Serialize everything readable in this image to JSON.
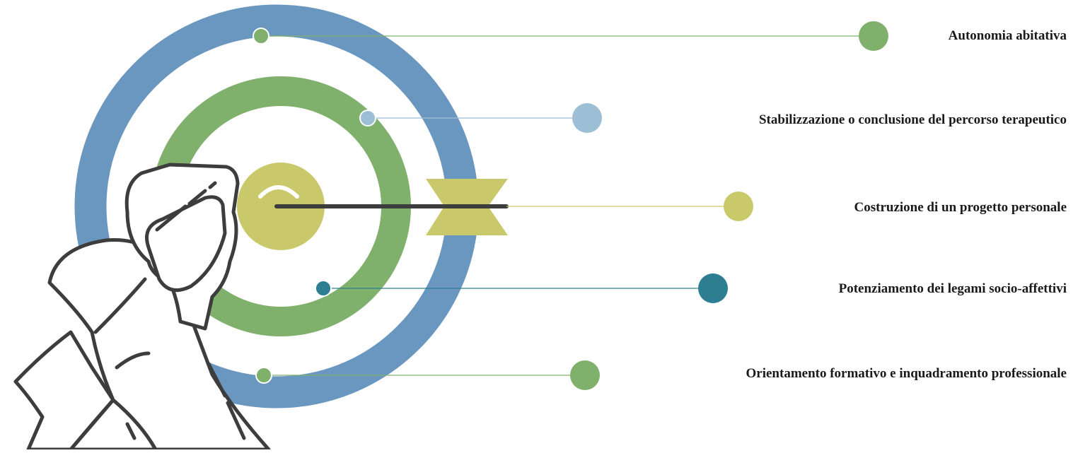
{
  "colors": {
    "blue": "#6a97c0",
    "green": "#7fb06c",
    "light_blue": "#9dbfd5",
    "yellow_green": "#c9c96c",
    "teal": "#2e7e92",
    "outline": "#3d3d3d"
  },
  "items": [
    {
      "label": "Autonomia abitativa",
      "color": "#7fb06c",
      "icon": "green-dot"
    },
    {
      "label": "Stabilizzazione o conclusione del percorso terapeutico",
      "color": "#9dbfd5",
      "icon": "light-blue-dot"
    },
    {
      "label": "Costruzione di un progetto personale",
      "color": "#c9c96c",
      "icon": "yellow-dot"
    },
    {
      "label": "Potenziamento dei legami socio-affettivi",
      "color": "#2e7e92",
      "icon": "teal-dot"
    },
    {
      "label": "Orientamento formativo e inquadramento professionale",
      "color": "#7fb06c",
      "icon": "green-dot"
    }
  ]
}
